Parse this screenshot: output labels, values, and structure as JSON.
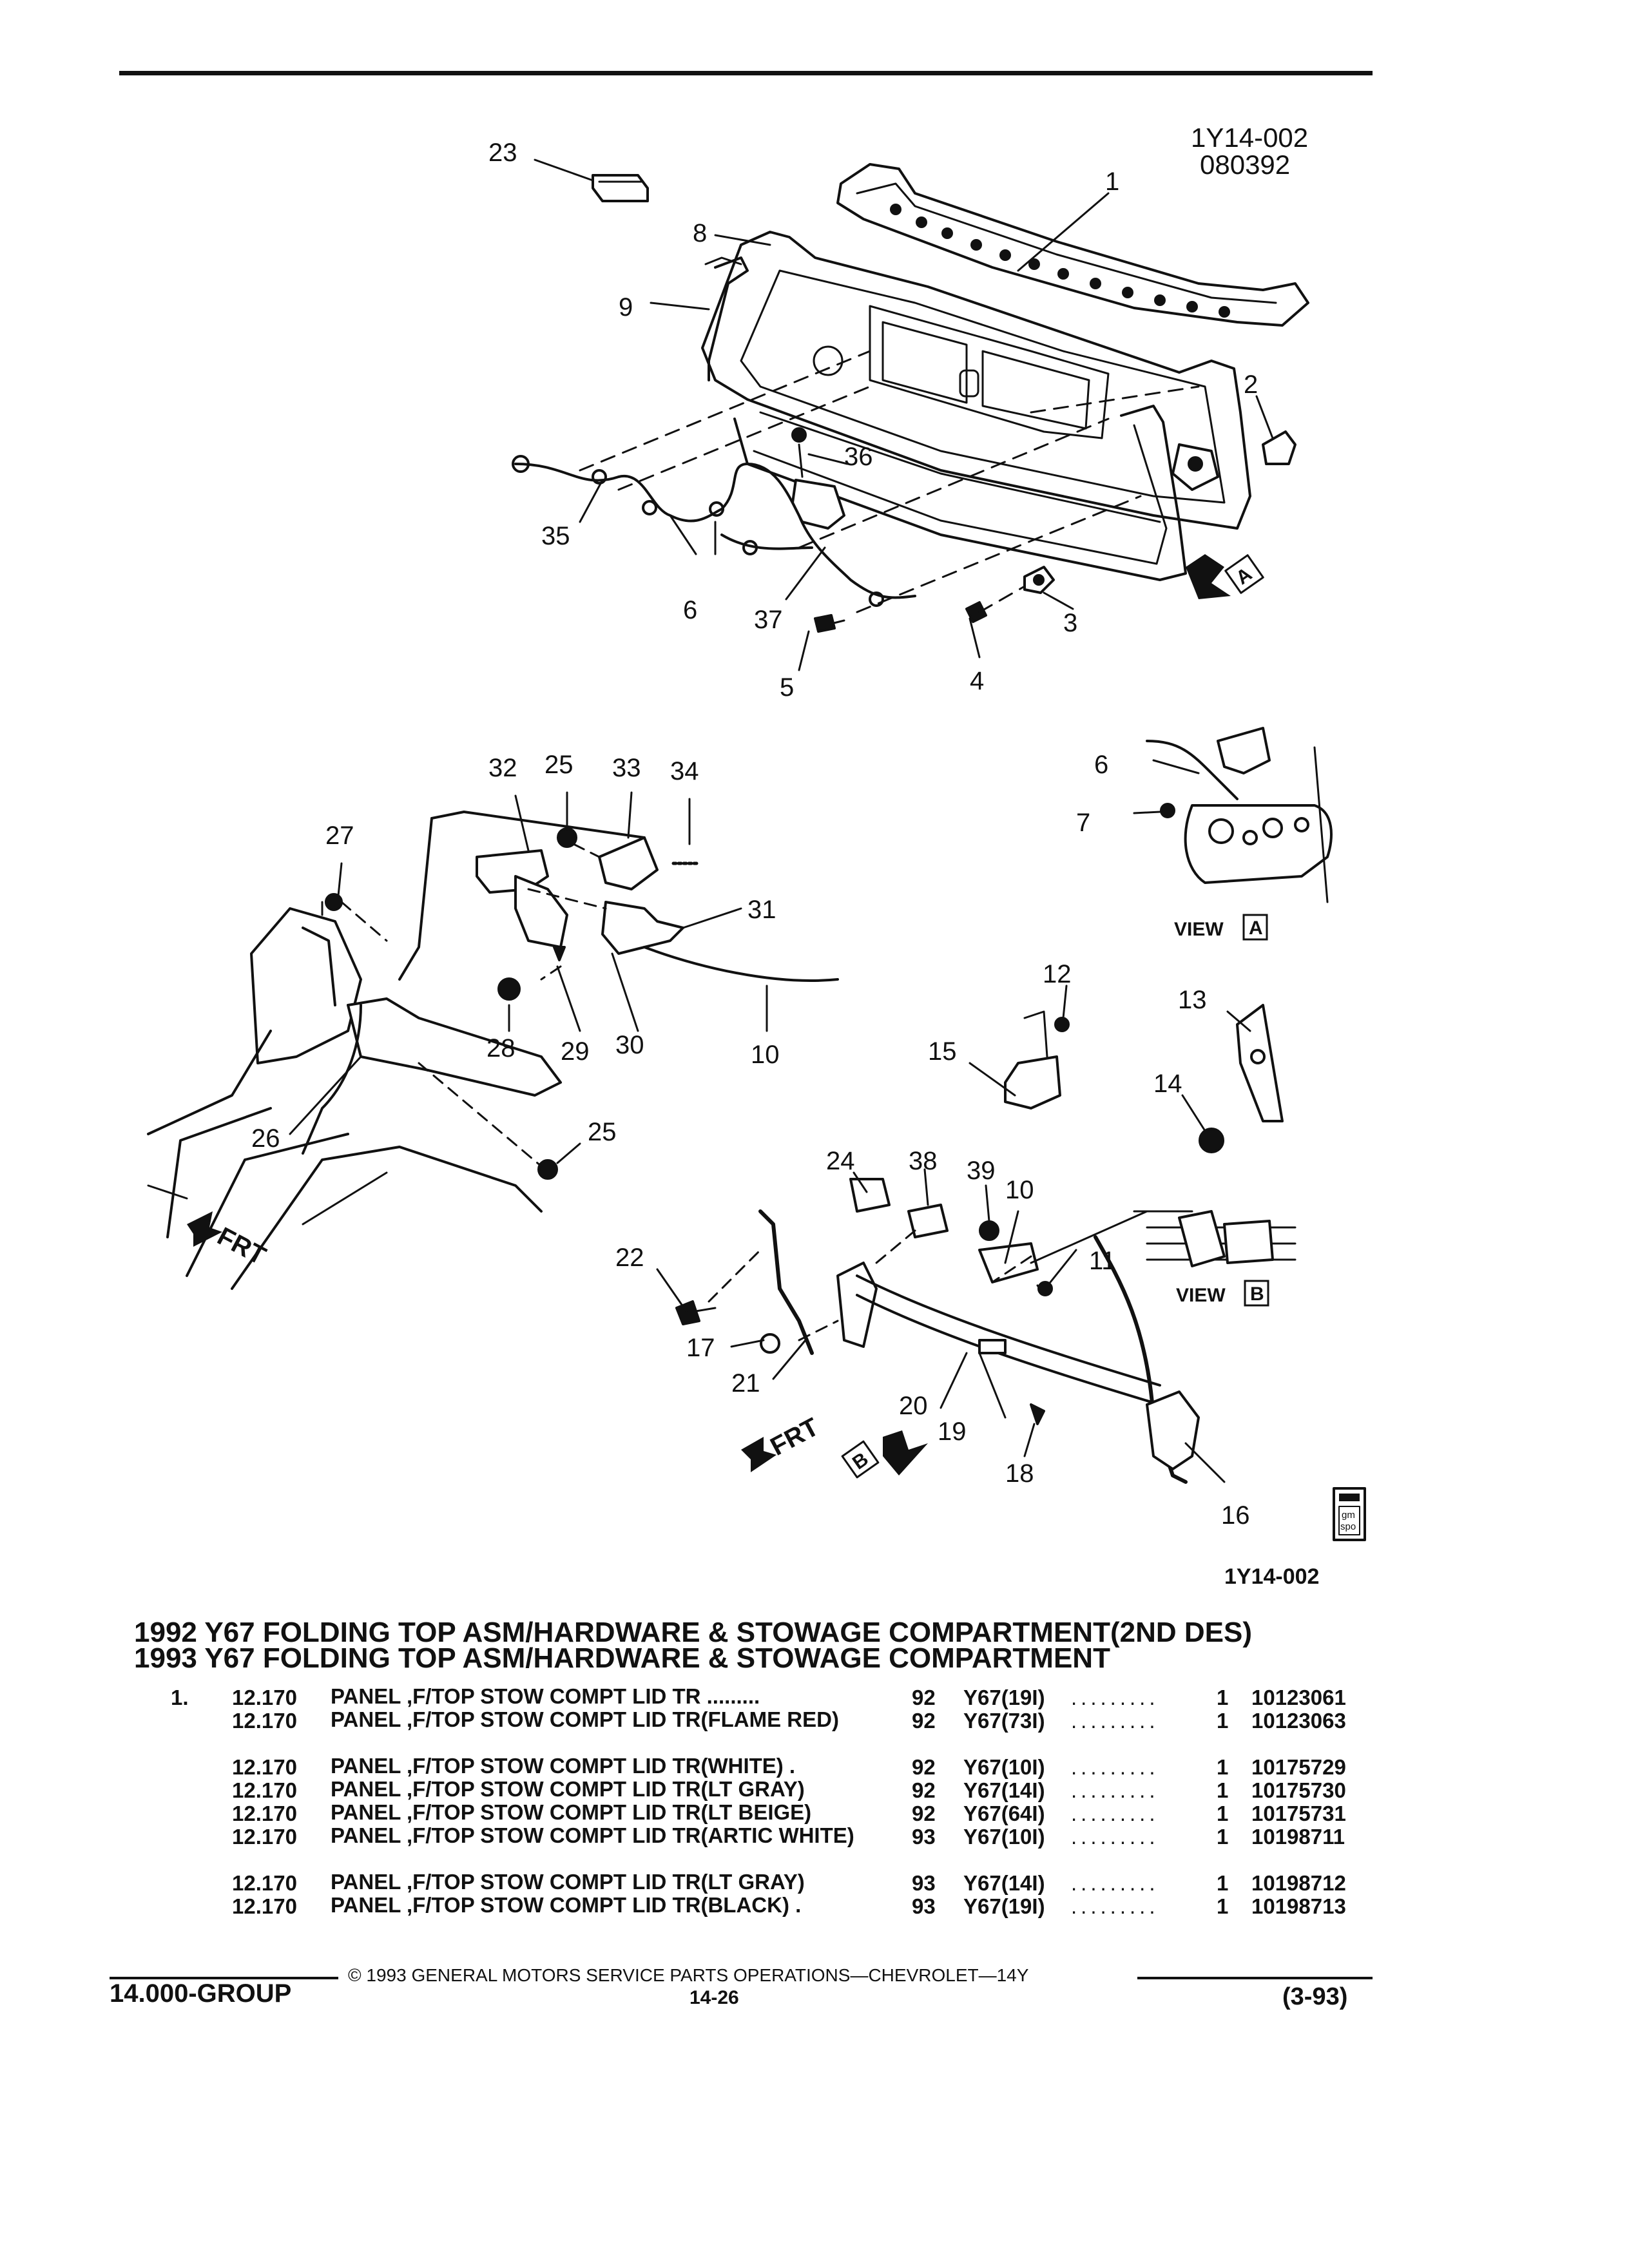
{
  "header": {
    "ref_code": "1Y14-002",
    "date_code": "080392",
    "footer_ref": "1Y14-002"
  },
  "diagram": {
    "callouts": [
      "1",
      "2",
      "3",
      "4",
      "5",
      "6",
      "7",
      "8",
      "9",
      "10",
      "11",
      "12",
      "13",
      "14",
      "15",
      "16",
      "17",
      "18",
      "19",
      "20",
      "21",
      "22",
      "23",
      "24",
      "25",
      "26",
      "27",
      "28",
      "29",
      "30",
      "31",
      "32",
      "33",
      "34",
      "35",
      "36",
      "37",
      "38",
      "39"
    ],
    "view_a_label": "VIEW",
    "view_a_letter": "A",
    "view_b_label": "VIEW",
    "view_b_letter": "B",
    "frt_label": "FRT",
    "marker_a": "A",
    "marker_b": "B",
    "logo_text_top": "gm",
    "logo_text_bottom": "spo"
  },
  "title": {
    "line1": "1992 Y67 FOLDING TOP ASM/HARDWARE & STOWAGE COMPARTMENT(2ND DES)",
    "line2": "1993 Y67 FOLDING TOP ASM/HARDWARE & STOWAGE COMPARTMENT"
  },
  "parts": [
    {
      "item": "1.",
      "cat": "12.170",
      "desc": "PANEL ,F/TOP STOW COMPT LID TR .........",
      "year": "92",
      "code": "Y67(19I)",
      "dots": ".........",
      "qty": "1",
      "pn": "10123061"
    },
    {
      "item": "",
      "cat": "12.170",
      "desc": "PANEL ,F/TOP STOW COMPT LID TR(FLAME RED)",
      "year": "92",
      "code": "Y67(73I)",
      "dots": ".........",
      "qty": "1",
      "pn": "10123063"
    },
    {
      "item": "",
      "cat": "12.170",
      "desc": "PANEL ,F/TOP STOW COMPT LID TR(WHITE) .",
      "year": "92",
      "code": "Y67(10I)",
      "dots": ".........",
      "qty": "1",
      "pn": "10175729"
    },
    {
      "item": "",
      "cat": "12.170",
      "desc": "PANEL ,F/TOP STOW COMPT LID TR(LT GRAY)",
      "year": "92",
      "code": "Y67(14I)",
      "dots": ".........",
      "qty": "1",
      "pn": "10175730"
    },
    {
      "item": "",
      "cat": "12.170",
      "desc": "PANEL ,F/TOP STOW COMPT LID TR(LT BEIGE)",
      "year": "92",
      "code": "Y67(64I)",
      "dots": ".........",
      "qty": "1",
      "pn": "10175731"
    },
    {
      "item": "",
      "cat": "12.170",
      "desc": "PANEL ,F/TOP STOW COMPT LID TR(ARTIC WHITE)",
      "year": "93",
      "code": "Y67(10I)",
      "dots": ".........",
      "qty": "1",
      "pn": "10198711"
    },
    {
      "item": "",
      "cat": "12.170",
      "desc": "PANEL ,F/TOP STOW COMPT LID TR(LT GRAY)",
      "year": "93",
      "code": "Y67(14I)",
      "dots": ".........",
      "qty": "1",
      "pn": "10198712"
    },
    {
      "item": "",
      "cat": "12.170",
      "desc": "PANEL ,F/TOP STOW COMPT LID TR(BLACK) .",
      "year": "93",
      "code": "Y67(19I)",
      "dots": ".........",
      "qty": "1",
      "pn": "10198713"
    }
  ],
  "footer": {
    "copyright": "© 1993 GENERAL MOTORS SERVICE PARTS OPERATIONS—CHEVROLET—14Y",
    "group": "14.000-GROUP",
    "page": "14-26",
    "date": "(3-93)"
  }
}
